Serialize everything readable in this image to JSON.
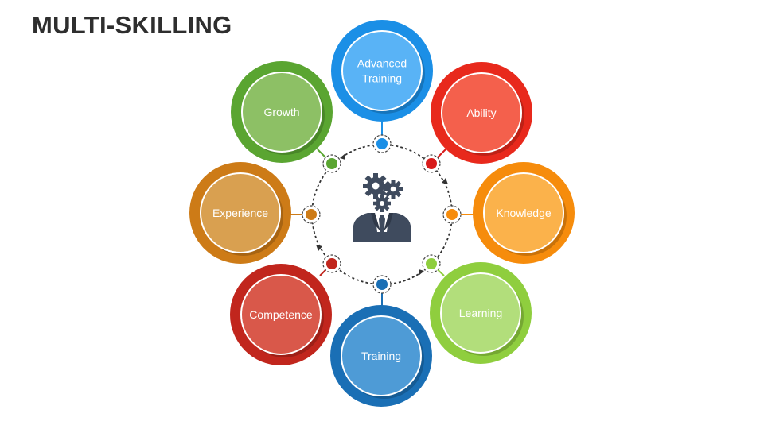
{
  "title": "MULTI-SKILLING",
  "center_icon": "businessman-with-gears-icon",
  "nodes": [
    {
      "id": "advanced-training",
      "lines": [
        "Advanced",
        "Training"
      ],
      "outer": "#1b8fe6",
      "inner": "#59b3f6",
      "dot": "#1b8fe6"
    },
    {
      "id": "ability",
      "lines": [
        "Ability"
      ],
      "outer": "#e8291c",
      "inner": "#f4604c",
      "dot": "#d81b1b"
    },
    {
      "id": "knowledge",
      "lines": [
        "Knowledge"
      ],
      "outer": "#f68c0c",
      "inner": "#fbb24b",
      "dot": "#f68c0c"
    },
    {
      "id": "learning",
      "lines": [
        "Learning"
      ],
      "outer": "#8fce3e",
      "inner": "#b2de7b",
      "dot": "#8fce3e"
    },
    {
      "id": "training",
      "lines": [
        "Training"
      ],
      "outer": "#1a6fb5",
      "inner": "#4e9bd6",
      "dot": "#1a6fb5"
    },
    {
      "id": "competence",
      "lines": [
        "Competence"
      ],
      "outer": "#c1261d",
      "inner": "#d9584a",
      "dot": "#c1261d"
    },
    {
      "id": "experience",
      "lines": [
        "Experience"
      ],
      "outer": "#cd7b17",
      "inner": "#d9a050",
      "dot": "#cd7b17"
    },
    {
      "id": "growth",
      "lines": [
        "Growth"
      ],
      "outer": "#5aa531",
      "inner": "#8dc065",
      "dot": "#5aa531"
    }
  ]
}
